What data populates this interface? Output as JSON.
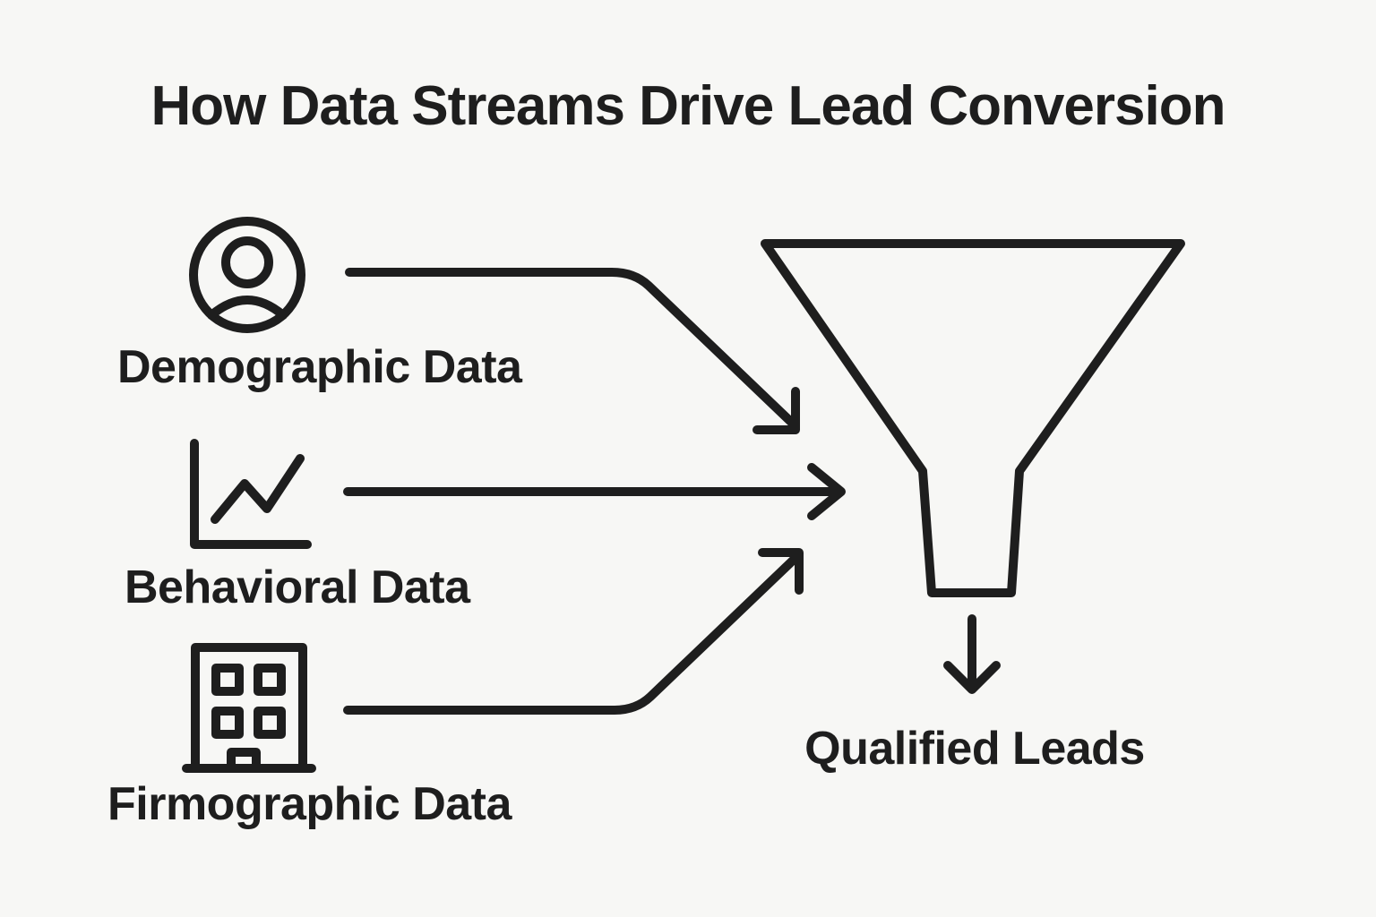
{
  "title": "How Data Streams Drive Lead Conversion",
  "sources": [
    {
      "label": "Demographic Data",
      "icon": "person-icon"
    },
    {
      "label": "Behavioral Data",
      "icon": "line-chart-icon"
    },
    {
      "label": "Firmographic Data",
      "icon": "building-icon"
    }
  ],
  "funnel": {
    "icon": "funnel-icon",
    "output_icon": "down-arrow-icon",
    "output_label": "Qualified Leads"
  },
  "colors": {
    "background": "#f7f7f5",
    "line": "#1e1e1e",
    "text": "#1e1e1e"
  }
}
